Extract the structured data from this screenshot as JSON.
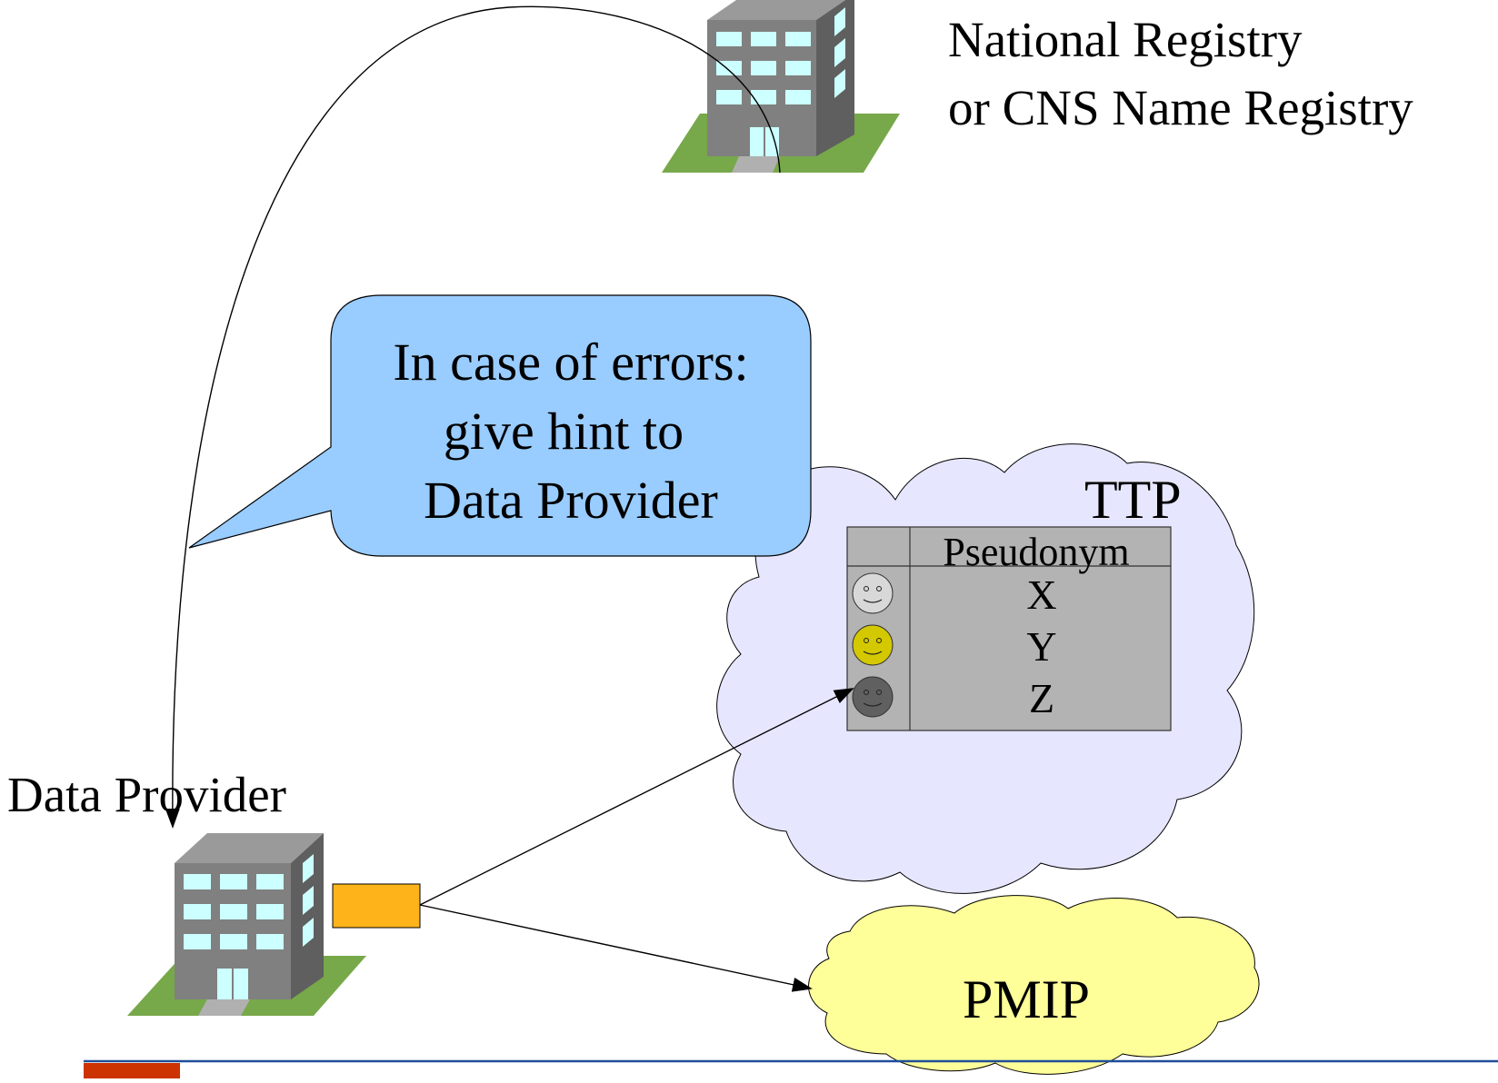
{
  "nodes": {
    "national_registry": {
      "line1": "National Registry",
      "line2": "or CNS Name Registry"
    },
    "data_provider": {
      "label": "Data Provider"
    },
    "ttp": {
      "label": "TTP"
    },
    "pmip": {
      "label": "PMIP"
    }
  },
  "callout": {
    "line1": "In case of errors:",
    "line2": "give hint to",
    "line3": "Data Provider"
  },
  "pseudonym_table": {
    "header": "Pseudonym",
    "rows": [
      {
        "face_color": "#d8d8d8",
        "value": "X"
      },
      {
        "face_color": "#d4c800",
        "value": "Y"
      },
      {
        "face_color": "#606060",
        "value": "Z"
      }
    ]
  },
  "colors": {
    "callout_fill": "#99ccff",
    "ttp_cloud_fill": "#e6e6ff",
    "pmip_cloud_fill": "#ffff99",
    "record_fill": "#ffb31a",
    "table_fill": "#b3b3b3",
    "building_wall": "#808080",
    "building_side": "#5f5f5f",
    "window": "#ccffff",
    "lawn": "#77a84a",
    "footer_line": "#1f4e99",
    "footer_block": "#cc3300"
  }
}
